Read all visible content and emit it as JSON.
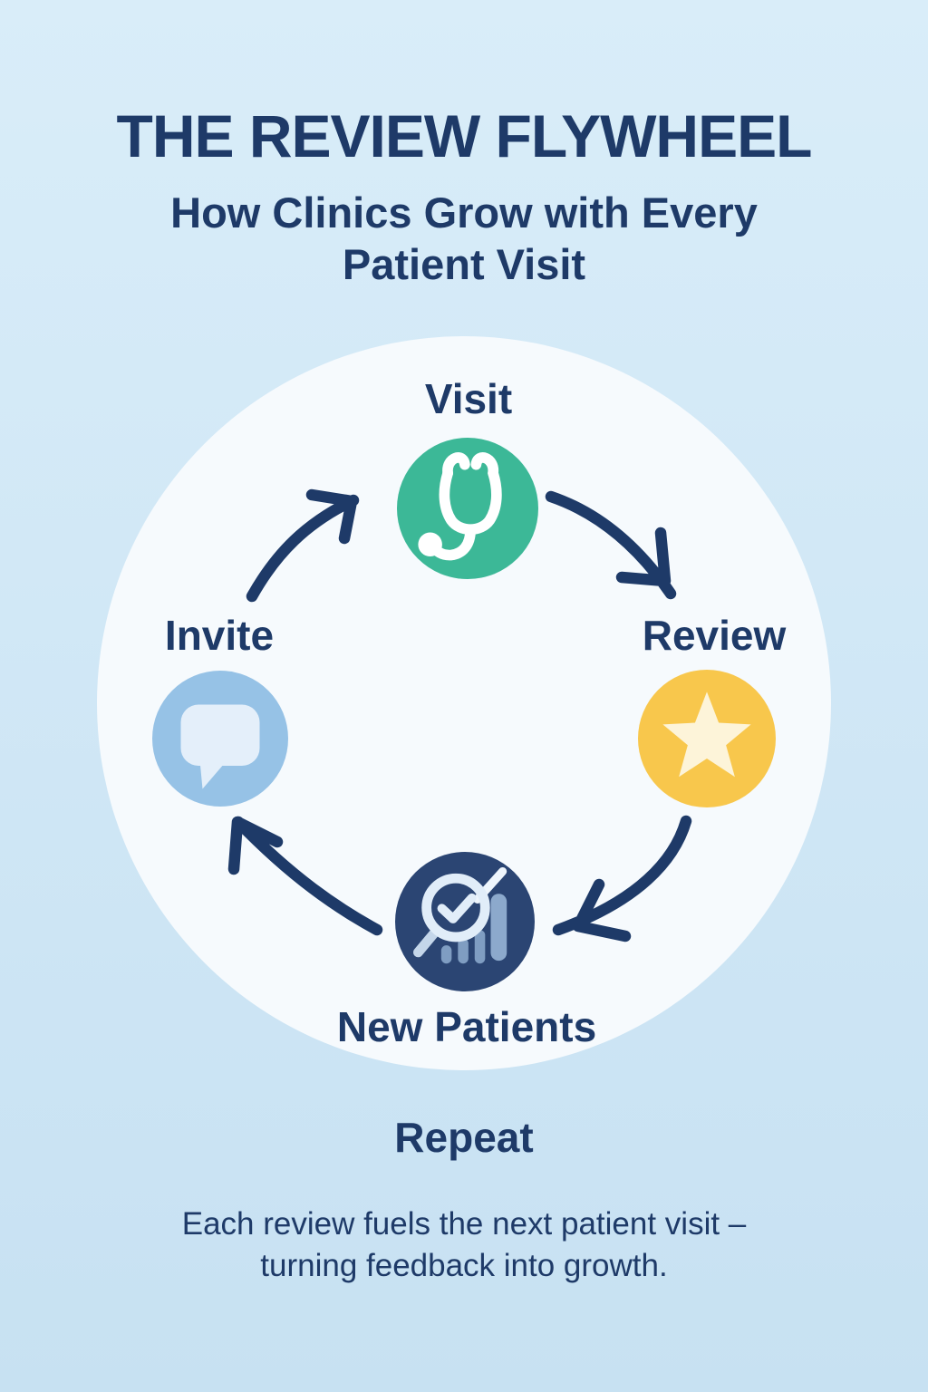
{
  "title": "THE REVIEW FLYWHEEL",
  "subtitle": "How Clinics Grow with Every\nPatient Visit",
  "wheel": {
    "nodes": [
      {
        "id": "visit",
        "label": "Visit",
        "icon": "stethoscope-icon",
        "color": "#3cb897"
      },
      {
        "id": "review",
        "label": "Review",
        "icon": "star-icon",
        "color": "#f8c74c"
      },
      {
        "id": "new_patients",
        "label": "New Patients",
        "icon": "growth-check-magnifier-icon",
        "color": "#2b4573"
      },
      {
        "id": "invite",
        "label": "Invite",
        "icon": "speech-bubble-icon",
        "color": "#96c2e6"
      }
    ],
    "flow_order": [
      "Visit",
      "Review",
      "New Patients",
      "Invite"
    ]
  },
  "repeat_label": "Repeat",
  "footer": "Each review fuels the next patient visit –\nturning feedback into growth.",
  "colors": {
    "background-top": "#d9edf9",
    "background-bottom": "#c7e1f2",
    "wheel-disc": "#f6fafd",
    "ink": "#1e3a68",
    "visit-teal": "#3cb897",
    "review-yellow": "#f8c74c",
    "star-cream": "#fdf4d9",
    "new-patients-navy": "#2b4573",
    "invite-blue": "#96c2e6",
    "bubble-light": "#e4effa",
    "bar-blue": "#8ca9cc",
    "bar-blue-dim": "#7f9dc2",
    "icon-light": "#e1edf9"
  }
}
